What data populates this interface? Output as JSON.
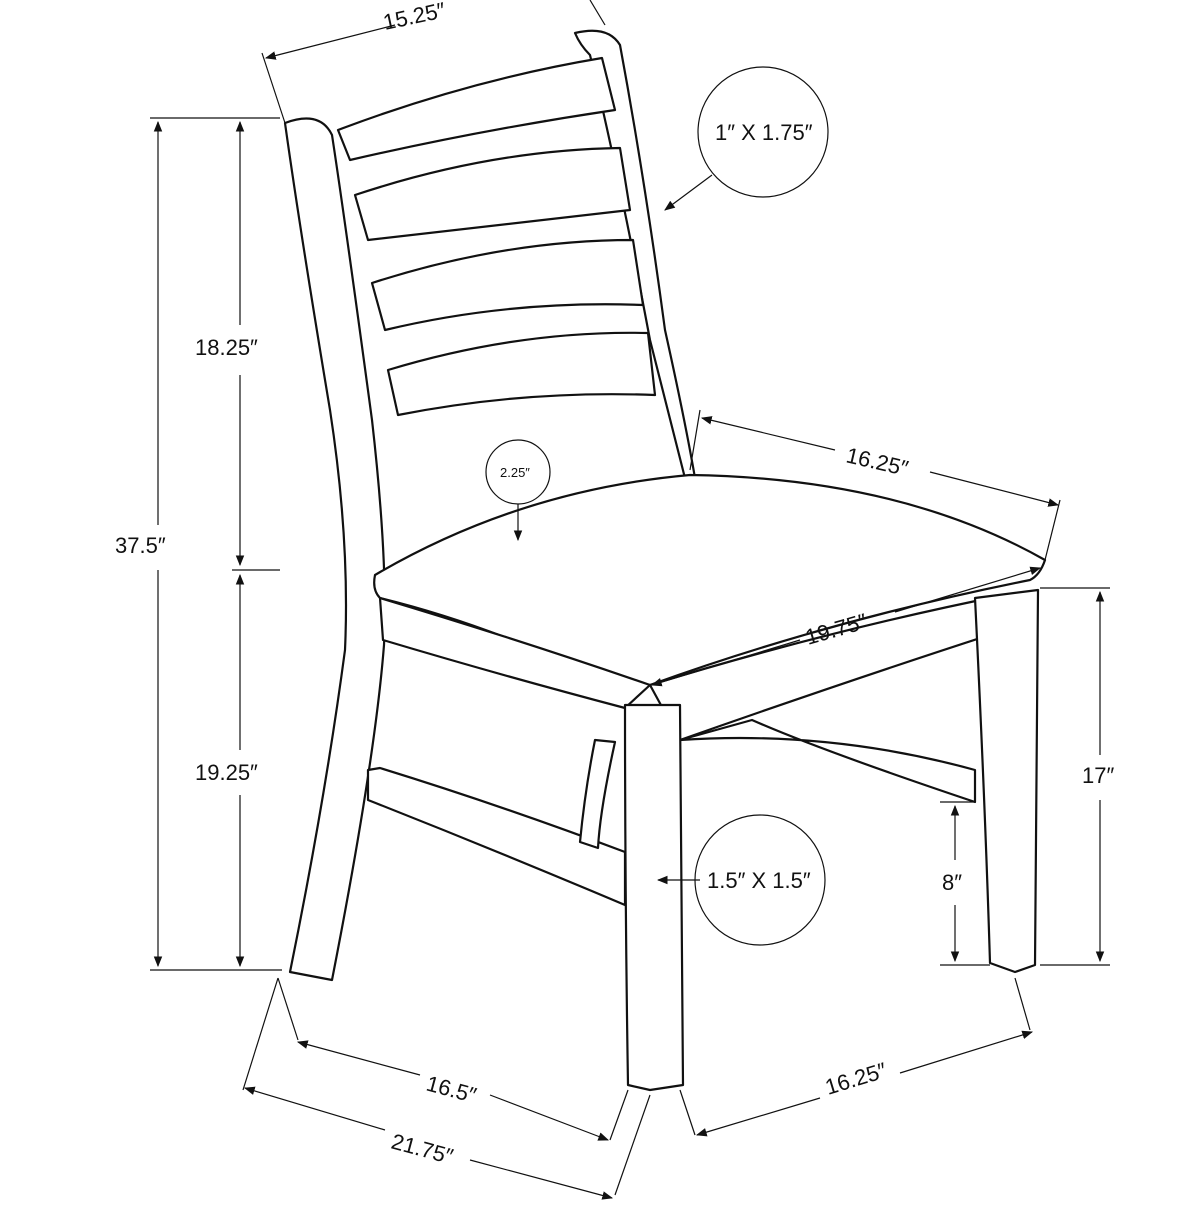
{
  "dimensions": {
    "top_width": "15.25″",
    "back_height": "18.25″",
    "total_height": "37.5″",
    "seat_height_front": "19.25″",
    "seat_depth": "16.25″",
    "seat_width": "19.75″",
    "leg_height": "17″",
    "stretcher_height": "8″",
    "base_depth": "16.5″",
    "overall_depth": "21.75″",
    "base_width": "16.25″"
  },
  "callouts": {
    "back_post": "1″ X 1.75″",
    "seat_thickness": "2.25″",
    "front_leg": "1.5″ X 1.5″"
  }
}
